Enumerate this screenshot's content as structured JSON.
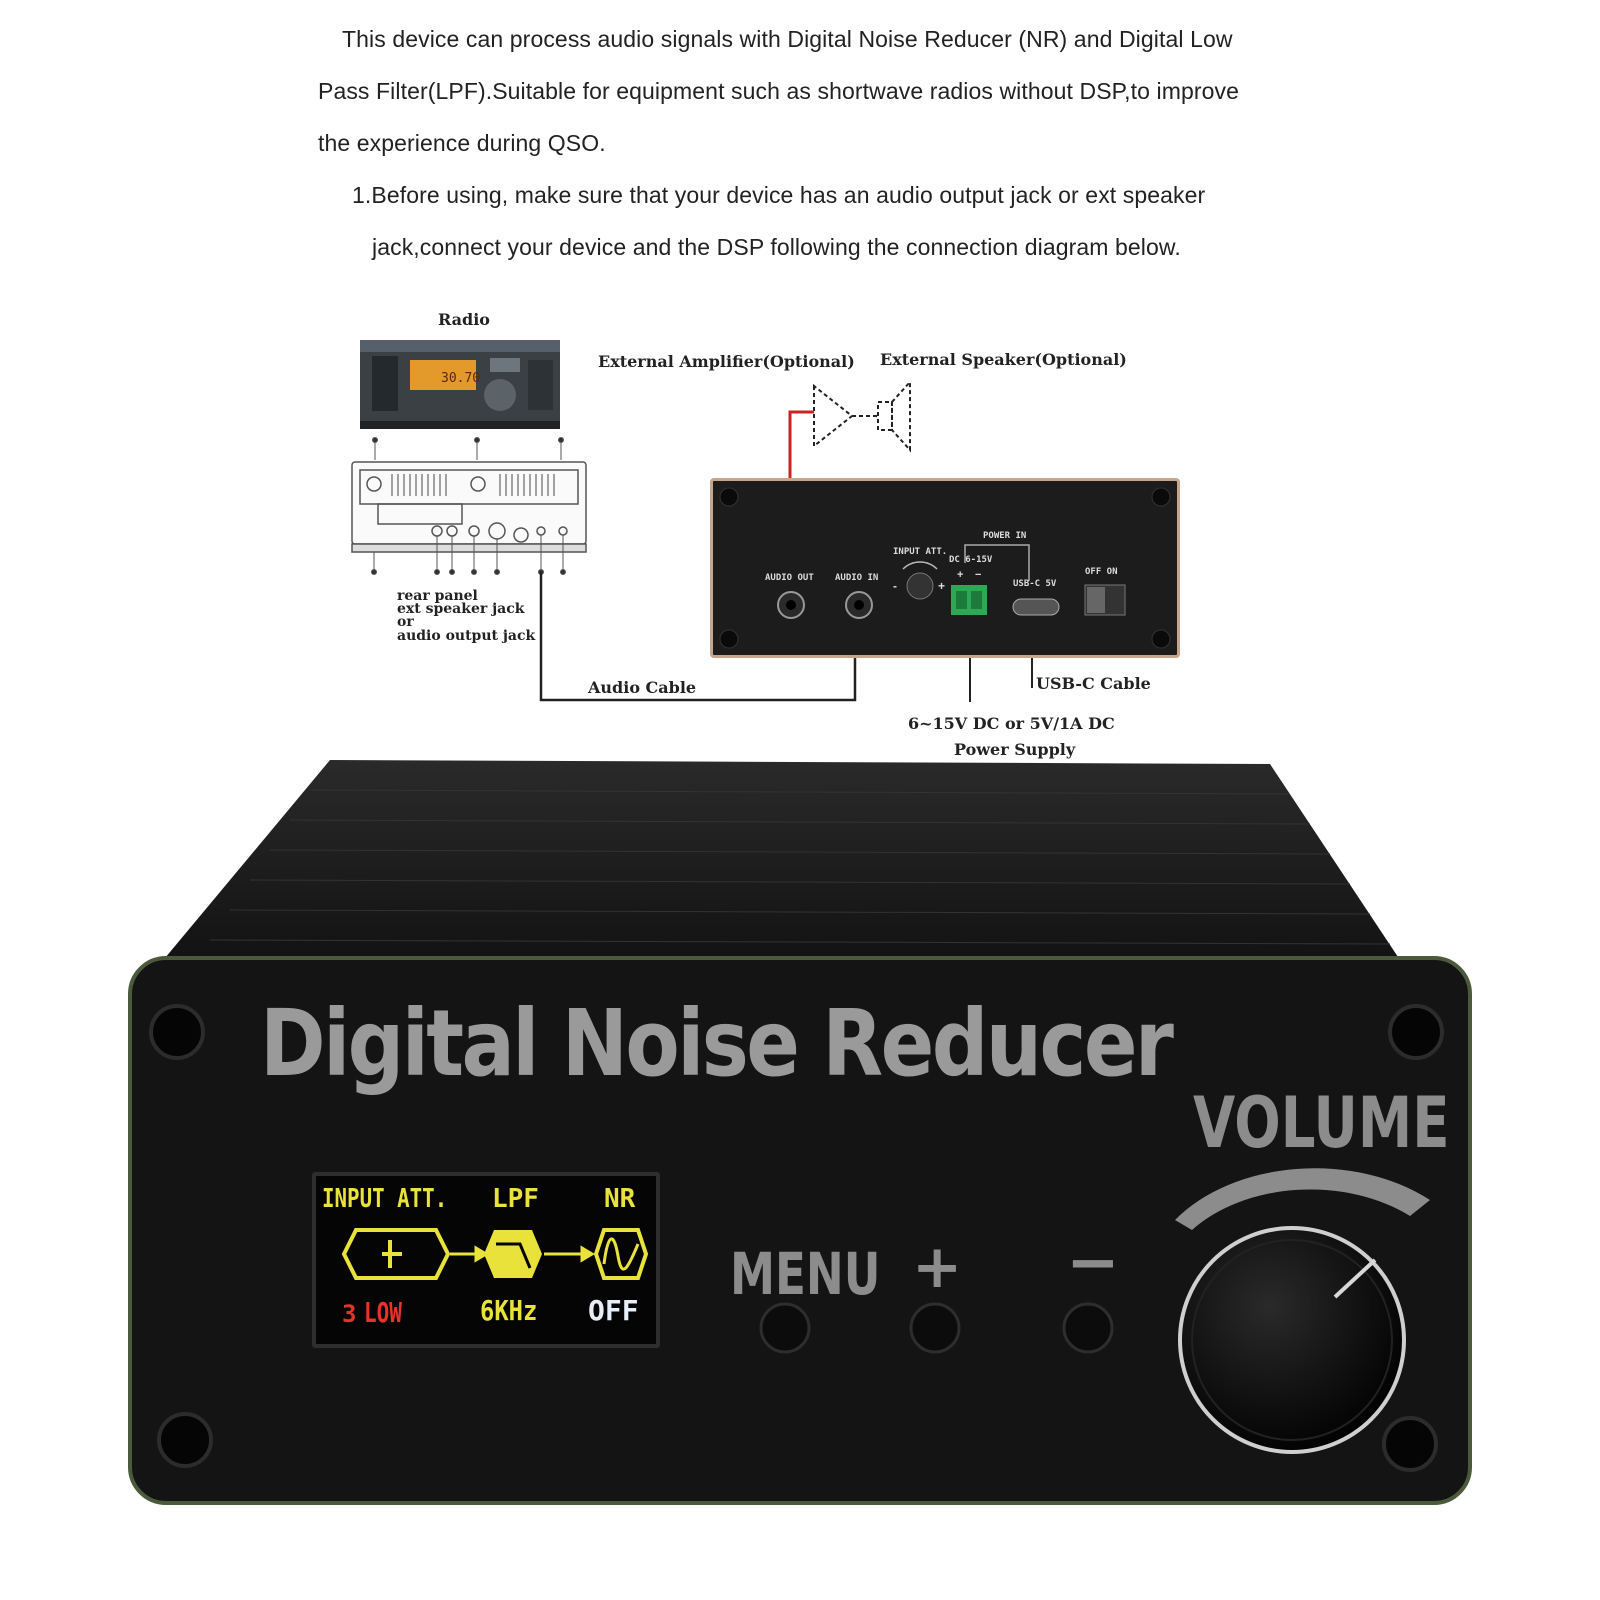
{
  "intro": {
    "line1": "This device can process audio signals with Digital Noise Reducer (NR) and Digital Low",
    "line2": "Pass Filter(LPF).Suitable for equipment such as shortwave radios without DSP,to improve",
    "line3": "the experience during QSO.",
    "line4": "1.Before using, make sure that your device has an audio output jack or ext speaker",
    "line5": "jack,connect your device and the DSP following the connection diagram below."
  },
  "diagram": {
    "radio_label": "Radio",
    "radio_display": "30.70",
    "amplifier_label": "External Amplifier(Optional)",
    "speaker_label": "External Speaker(Optional)",
    "rear_panel_label_1": "rear panel",
    "rear_panel_label_2": "ext speaker jack",
    "rear_panel_label_3": "or",
    "rear_panel_label_4": "audio output jack",
    "audio_cable_label": "Audio Cable",
    "usb_cable_label": "USB-C Cable",
    "power_supply_label_1": "6~15V DC or 5V/1A DC",
    "power_supply_label_2": "Power Supply",
    "panel": {
      "audio_out": "AUDIO OUT",
      "audio_in": "AUDIO IN",
      "input_att": "INPUT ATT.",
      "power_in": "POWER IN",
      "dc_range": "DC 6-15V",
      "usb_c": "USB-C 5V",
      "off_on": "OFF ON",
      "minus": "-",
      "plus": "+",
      "dc_minus": "−",
      "dc_plus": "+"
    }
  },
  "device": {
    "title": "Digital Noise Reducer",
    "volume_label": "VOLUME",
    "menu_label": "MENU",
    "plus_label": "+",
    "minus_label": "−",
    "screen": {
      "input_att_label": "INPUT ATT.",
      "lpf_label": "LPF",
      "nr_label": "NR",
      "att_level": "3",
      "att_mode": "LOW",
      "lpf_value": "6KHz",
      "nr_value": "OFF"
    }
  },
  "colors": {
    "screen_yellow": "#e8e23a",
    "screen_red": "#e8322a",
    "screen_white": "#e8eef8",
    "body_dark": "#141414",
    "label_grey": "#9a9a9a",
    "cable_red": "#cc2222"
  },
  "icons": [
    "radio-image",
    "radio-rear-panel",
    "amplifier-symbol",
    "speaker-symbol",
    "volume-knob",
    "attenuator-icon",
    "lowpass-icon",
    "noise-reduction-icon",
    "arrow-right-icon"
  ]
}
